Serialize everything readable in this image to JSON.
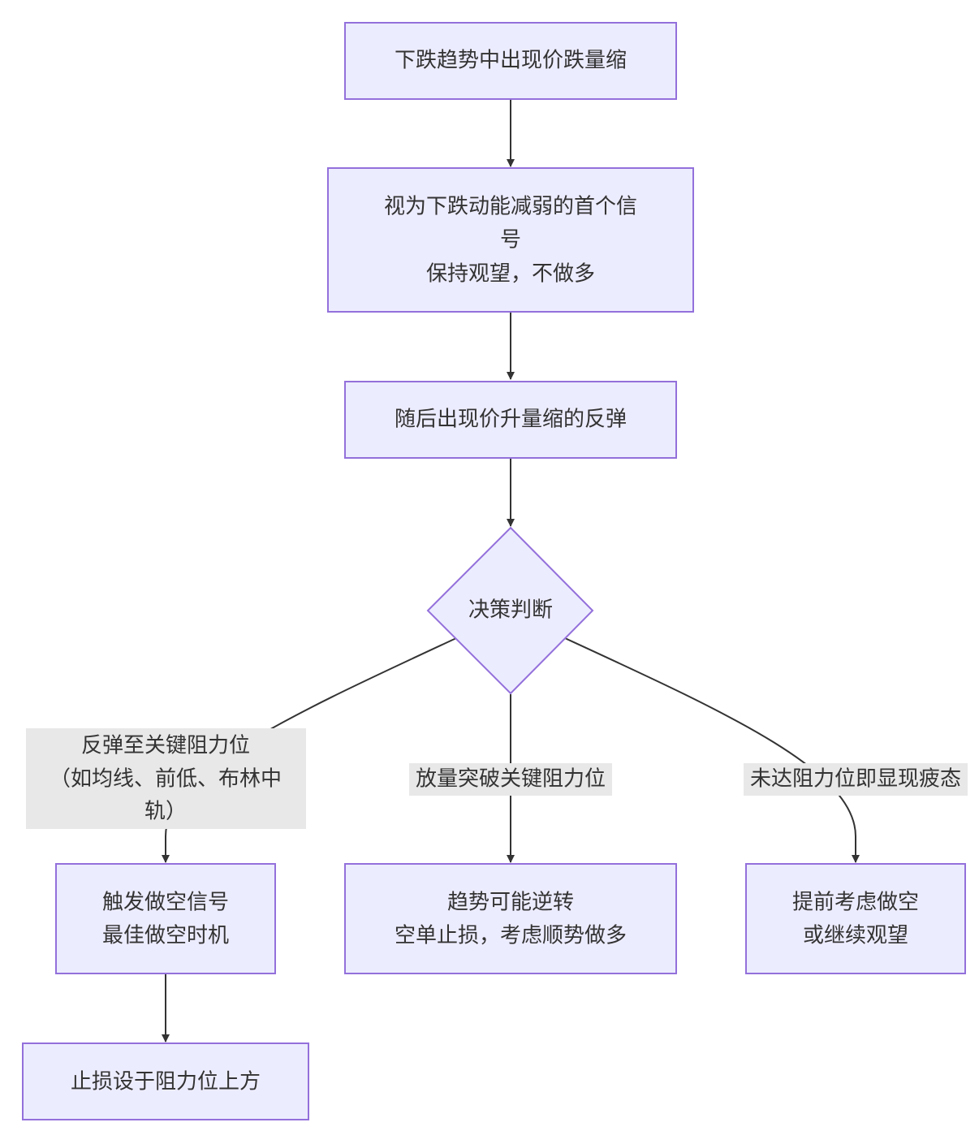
{
  "flowchart": {
    "nodes": {
      "start": {
        "lines": [
          "下跌趋势中出现价跌量缩"
        ]
      },
      "signal": {
        "lines": [
          "视为下跌动能减弱的首个信",
          "号",
          "保持观望，不做多"
        ]
      },
      "rebound": {
        "lines": [
          "随后出现价升量缩的反弹"
        ]
      },
      "decision": {
        "lines": [
          "决策判断"
        ]
      },
      "short_signal": {
        "lines": [
          "触发做空信号",
          "最佳做空时机"
        ]
      },
      "reversal": {
        "lines": [
          "趋势可能逆转",
          "空单止损，考虑顺势做多"
        ]
      },
      "early_short": {
        "lines": [
          "提前考虑做空",
          "或继续观望"
        ]
      },
      "stop_loss": {
        "lines": [
          "止损设于阻力位上方"
        ]
      }
    },
    "edge_labels": {
      "to_short_signal": [
        "反弹至关键阻力位",
        "（如均线、前低、布林中",
        "轨）"
      ],
      "to_reversal": [
        "放量突破关键阻力位"
      ],
      "to_early_short": [
        "未达阻力位即显现疲态"
      ]
    }
  },
  "colors": {
    "node_fill": "#ececff",
    "node_stroke": "#9370db",
    "edge_stroke": "#333333",
    "label_background": "#e8e8e8",
    "text": "#333333"
  }
}
